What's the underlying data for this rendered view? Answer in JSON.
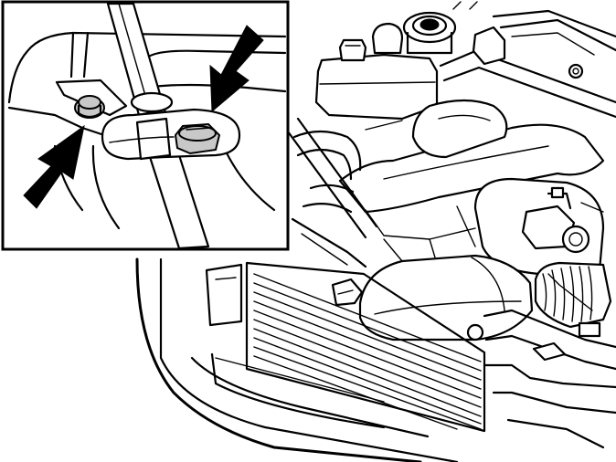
{
  "figure": {
    "kind": "technical-line-illustration",
    "subject": "engine-bay-with-inset-detail",
    "colors": {
      "line": "#000000",
      "background": "#ffffff",
      "highlight": "#c8c8c8"
    },
    "inset": {
      "callouts": [
        {
          "icon": "arrow-icon",
          "points_to": "left-mounting-bolt"
        },
        {
          "icon": "arrow-icon",
          "points_to": "right-mounting-bolt"
        }
      ]
    }
  }
}
